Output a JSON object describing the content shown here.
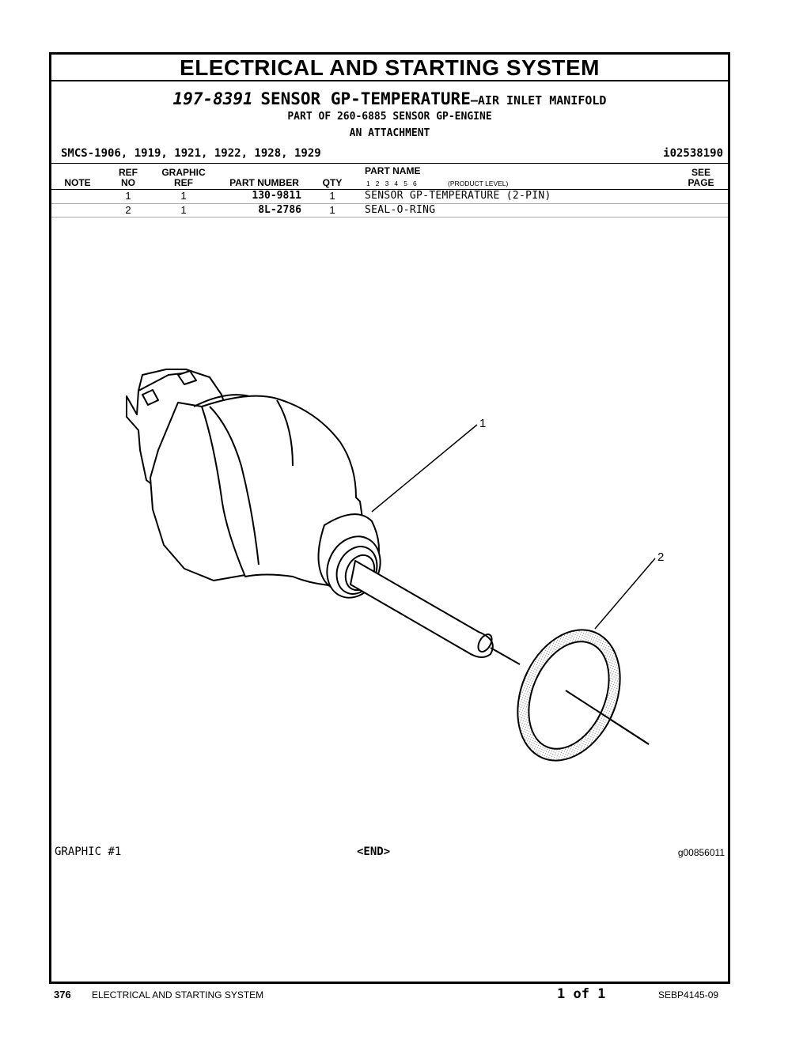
{
  "header": {
    "section_title": "ELECTRICAL AND STARTING SYSTEM",
    "part_number": "197-8391",
    "part_name": "SENSOR GP-TEMPERATURE",
    "part_desc": "—AIR INLET MANIFOLD",
    "part_of": "PART OF 260-6885 SENSOR GP-ENGINE",
    "attachment": "AN ATTACHMENT",
    "smcs": "SMCS-1906, 1919, 1921, 1922, 1928, 1929",
    "info_id": "i02538190"
  },
  "table": {
    "col_note": "NOTE",
    "col_ref_1": "REF",
    "col_ref_2": "NO",
    "col_graphic_1": "GRAPHIC",
    "col_graphic_2": "REF",
    "col_part_number": "PART NUMBER",
    "col_qty": "QTY",
    "col_part_name": "PART NAME",
    "levels": "1   2   3   4   5   6",
    "product_level": "(PRODUCT LEVEL)",
    "col_see_1": "SEE",
    "col_see_2": "PAGE",
    "rows": [
      {
        "ref": "1",
        "graphic": "1",
        "part_number": "130-9811",
        "qty": "1",
        "name": "SENSOR GP-TEMPERATURE (2-PIN)"
      },
      {
        "ref": "2",
        "graphic": "1",
        "part_number": "8L-2786",
        "qty": "1",
        "name": "SEAL-O-RING"
      }
    ]
  },
  "graphic": {
    "callout_1": "1",
    "callout_2": "2",
    "label": "GRAPHIC #1",
    "end": "<END>",
    "graphic_id": "g00856011"
  },
  "footer": {
    "page_number": "376",
    "section": "ELECTRICAL AND STARTING SYSTEM",
    "page_of": "1 of 1",
    "doc_id": "SEBP4145-09"
  }
}
